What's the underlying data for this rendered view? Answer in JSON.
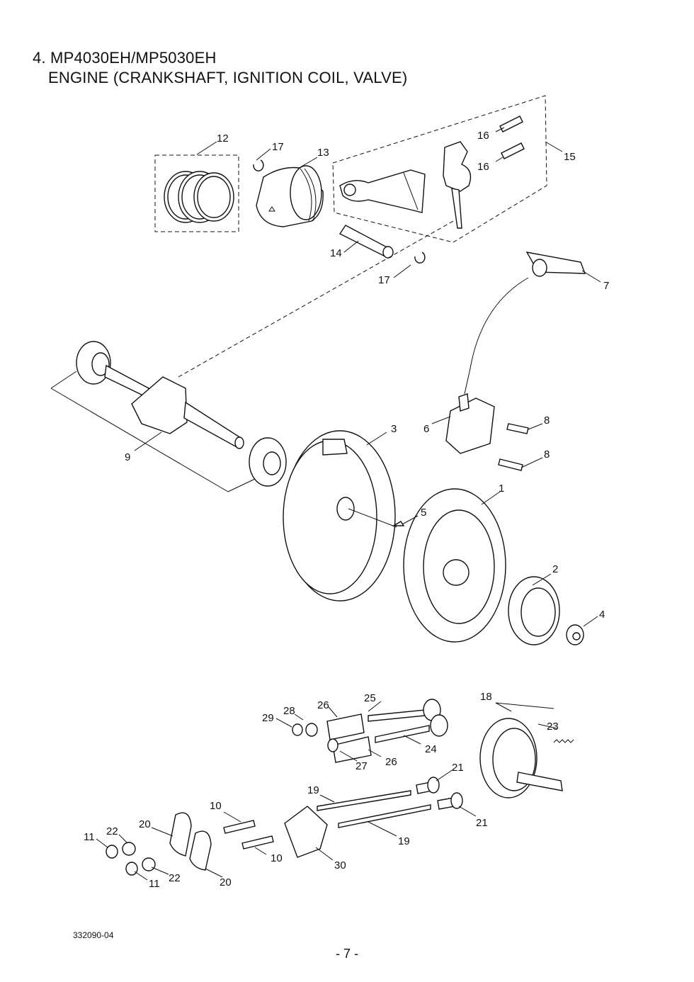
{
  "title": {
    "line1": "4. MP4030EH/MP5030EH",
    "line2": "ENGINE (CRANKSHAFT, IGNITION COIL, VALVE)"
  },
  "callouts": [
    "1",
    "2",
    "3",
    "4",
    "5",
    "6",
    "7",
    "8",
    "8",
    "9",
    "10",
    "10",
    "11",
    "11",
    "12",
    "13",
    "14",
    "15",
    "16",
    "16",
    "17",
    "17",
    "18",
    "19",
    "19",
    "20",
    "20",
    "21",
    "21",
    "22",
    "22",
    "23",
    "24",
    "25",
    "26",
    "26",
    "27",
    "28",
    "29",
    "30"
  ],
  "footer": {
    "code": "332090-04",
    "page": "- 7 -"
  }
}
